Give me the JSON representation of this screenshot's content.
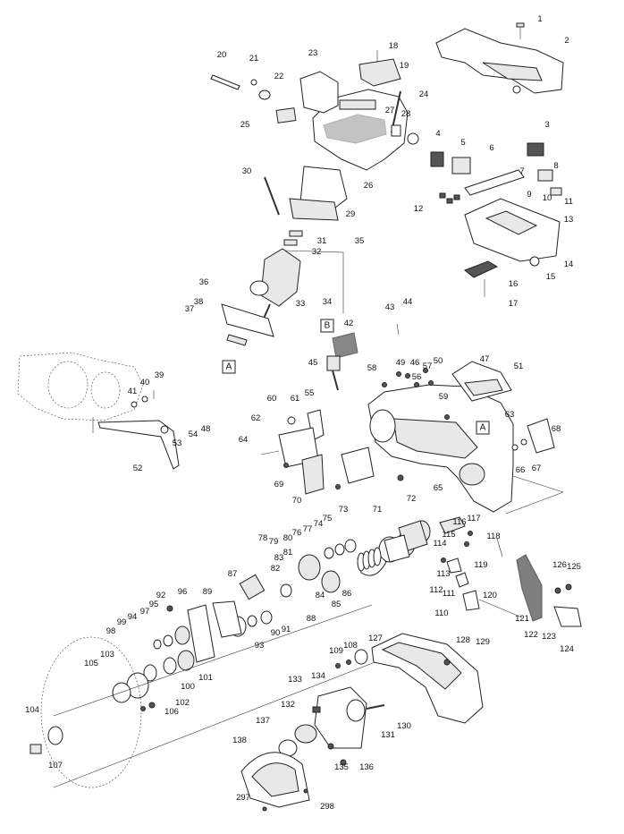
{
  "diagram": {
    "part_numbers": [
      "1",
      "2",
      "3",
      "4",
      "5",
      "6",
      "7",
      "8",
      "9",
      "10",
      "11",
      "12",
      "13",
      "14",
      "15",
      "16",
      "17",
      "18",
      "19",
      "20",
      "21",
      "22",
      "23",
      "24",
      "25",
      "26",
      "27",
      "28",
      "29",
      "30",
      "31",
      "32",
      "33",
      "34",
      "35",
      "36",
      "37",
      "38",
      "39",
      "40",
      "41",
      "42",
      "43",
      "44",
      "45",
      "46",
      "47",
      "48",
      "49",
      "50",
      "51",
      "52",
      "53",
      "54",
      "55",
      "56",
      "57",
      "58",
      "59",
      "60",
      "61",
      "62",
      "63",
      "64",
      "65",
      "66",
      "67",
      "68",
      "69",
      "70",
      "71",
      "72",
      "73",
      "74",
      "75",
      "76",
      "77",
      "78",
      "79",
      "80",
      "81",
      "82",
      "83",
      "84",
      "85",
      "86",
      "87",
      "88",
      "89",
      "90",
      "91",
      "92",
      "93",
      "94",
      "95",
      "96",
      "97",
      "98",
      "99",
      "100",
      "101",
      "102",
      "103",
      "104",
      "105",
      "106",
      "107",
      "108",
      "109",
      "110",
      "111",
      "112",
      "113",
      "114",
      "115",
      "116",
      "117",
      "118",
      "119",
      "120",
      "121",
      "122",
      "123",
      "124",
      "125",
      "126",
      "127",
      "128",
      "129",
      "130",
      "131",
      "132",
      "133",
      "134",
      "135",
      "136",
      "137",
      "138",
      "297",
      "298"
    ],
    "section_markers": [
      "A",
      "A",
      "A",
      "B"
    ]
  }
}
